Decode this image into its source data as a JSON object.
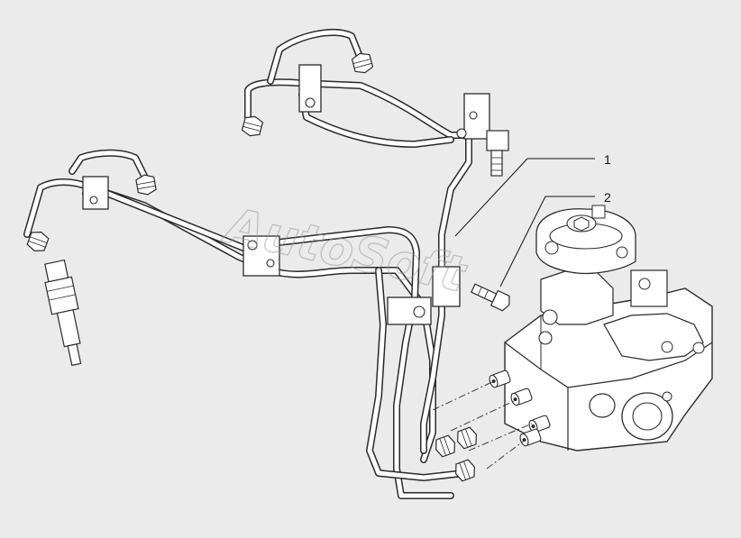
{
  "callouts": [
    {
      "id": "1",
      "text": "1"
    },
    {
      "id": "2",
      "text": "2"
    }
  ],
  "watermark": "AutoSoft",
  "colors": {
    "background": "#ebebeb",
    "line": "#2a2a2a",
    "fill": "#ffffff"
  }
}
